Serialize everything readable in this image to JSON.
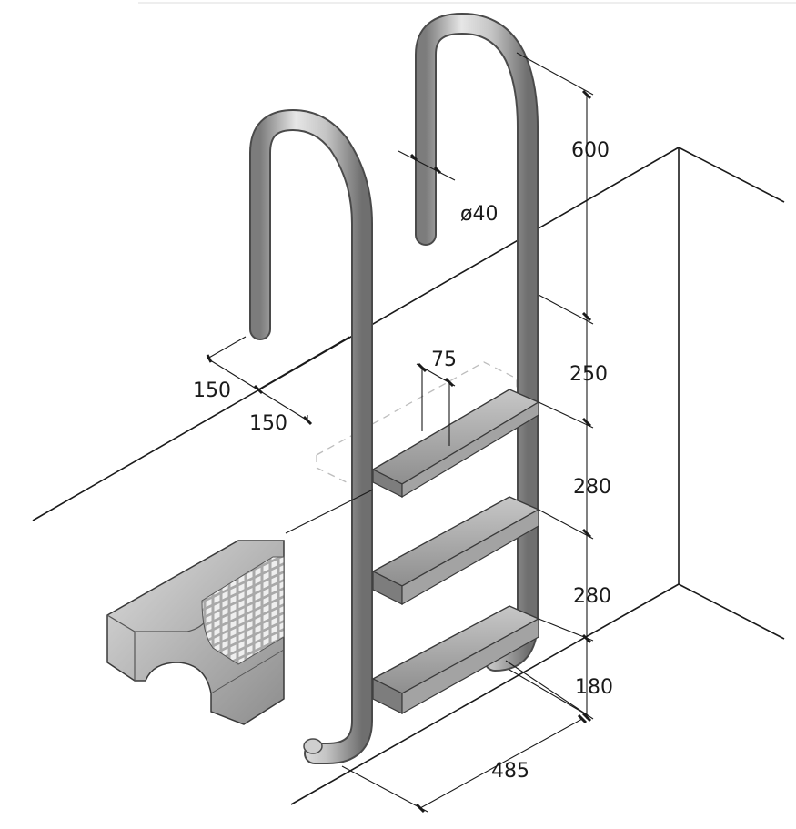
{
  "dimensions": {
    "handrail_height": "600",
    "tube_diameter": "ø40",
    "step_spacing_top": "250",
    "step_spacing_mid": "280",
    "step_spacing_low": "280",
    "bottom_clearance": "180",
    "ladder_width": "485",
    "anchor_offset_1": "150",
    "anchor_offset_2": "150",
    "step_depth": "75"
  },
  "colors": {
    "line": "#1a1a1a",
    "metal": "#b9b9b9",
    "metal_dark": "#8a8a8a",
    "step": "#9c9c9c"
  }
}
